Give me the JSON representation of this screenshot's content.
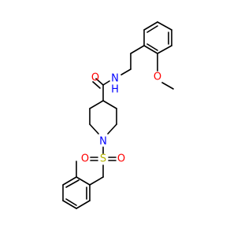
{
  "colors": {
    "bond": "#000000",
    "O": "#ff0000",
    "N": "#0000ff",
    "S": "#b5b500",
    "H": "#0000ff"
  },
  "atoms": {
    "carbonyl_O": "O",
    "amide_NH": "N",
    "amide_H": "H",
    "methoxy_O": "O",
    "piperidine_N": "N",
    "sulfonyl_S": "S",
    "sulfonyl_O_left": "O",
    "sulfonyl_O_right": "O"
  }
}
